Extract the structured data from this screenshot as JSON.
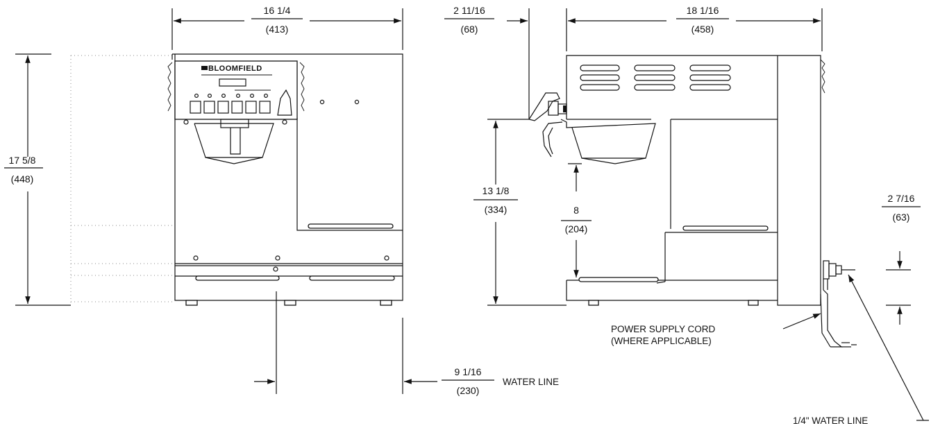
{
  "brand": "BLOOMFIELD",
  "dimensions": {
    "front_width": {
      "frac": "16 1/4",
      "mm": "(413)"
    },
    "front_height": {
      "frac": "17 5/8",
      "mm": "(448)"
    },
    "spout_offset": {
      "frac": "2 11/16",
      "mm": "(68)"
    },
    "side_depth": {
      "frac": "18 1/16",
      "mm": "(458)"
    },
    "brew_height": {
      "frac": "13 1/8",
      "mm": "(334)"
    },
    "decanter_clearance": {
      "frac": "8",
      "mm": "(204)"
    },
    "water_inlet_height": {
      "frac": "2 7/16",
      "mm": "(63)"
    },
    "water_line_offset": {
      "frac": "9 1/16",
      "mm": "(230)"
    }
  },
  "labels": {
    "water_line": "WATER LINE",
    "power_cord_line1": "POWER SUPPLY CORD",
    "power_cord_line2": "(WHERE APPLICABLE)",
    "quarter_water_line": "1/4\" WATER LINE"
  }
}
